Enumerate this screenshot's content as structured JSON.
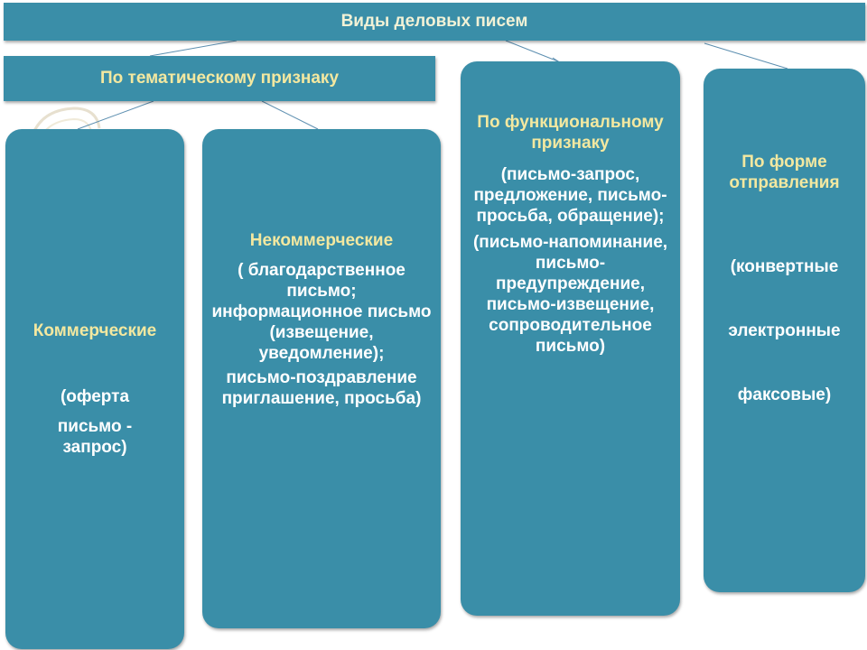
{
  "title": "Виды деловых писем",
  "thematic": {
    "label": "По тематическому признаку",
    "commercial": {
      "head": "Коммерческие",
      "lines": [
        "(оферта",
        "письмо -",
        "запрос)"
      ]
    },
    "noncommercial": {
      "head": "Некоммерческие",
      "lines": [
        "( благодарственное письмо; информационное письмо (извещение, уведомление);",
        "письмо-поздравление приглашение, просьба)"
      ]
    }
  },
  "functional": {
    "head": "По функциональному признаку",
    "lines": [
      "(письмо-запрос, предложение, письмо-просьба, обращение);",
      "(письмо-напоминание, письмо-предупреждение, письмо-извещение, сопроводительное письмо)"
    ]
  },
  "form": {
    "head": "По форме отправления",
    "lines": [
      "(конвертные",
      "электронные",
      "факсовые)"
    ]
  },
  "colors": {
    "box": "#3a8ea8",
    "heading_text": "#f3e8a0",
    "body_text": "#ffffff",
    "connector": "#5d8fb0"
  }
}
